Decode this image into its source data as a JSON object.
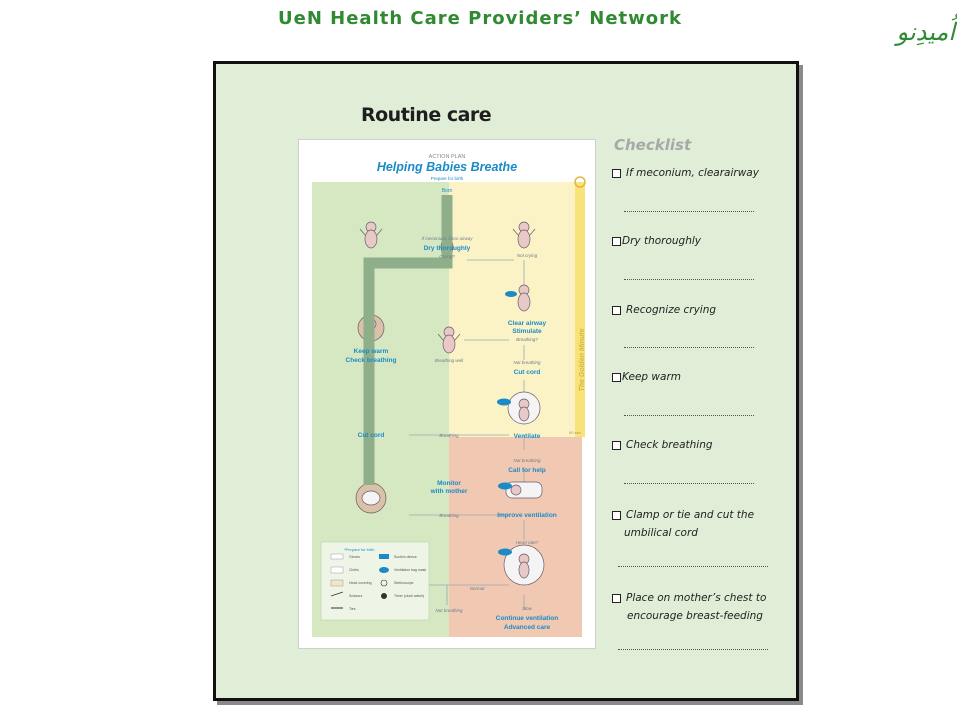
{
  "header": {
    "title": "UeN Health Care Providers’ Network",
    "logo_text": "اُمیدِنو"
  },
  "slide": {
    "heading": "Routine care"
  },
  "poster": {
    "kicker": "ACTION PLAN",
    "title": "Helping Babies Breathe",
    "prepare": "Prepare for birth",
    "born": "Born",
    "meconium_dry": "If meconium, clear airway",
    "dry": "Dry thoroughly",
    "crying": "Crying?",
    "not_crying": "Not crying",
    "keep_warm": "Keep warm",
    "check_breathing": "Check breathing",
    "breathing_well": "Breathing well",
    "clear_airway": "Clear airway",
    "stimulate": "Stimulate",
    "breathing_q": "Breathing?",
    "not_breathing": "Not breathing",
    "cut_cord_right": "Cut cord",
    "cut_cord_left": "Cut cord",
    "breathing": "Breathing",
    "ventilate": "Ventilate",
    "call_for_help": "Call for help",
    "monitor": "Monitor",
    "with_mother": "with mother",
    "improve_ventilation": "Improve ventilation",
    "heart_rate": "Heart rate?",
    "normal": "Normal",
    "slow": "Slow",
    "continue_ventilation": "Continue ventilation",
    "advanced_care": "Advanced care",
    "golden_minute": "The Golden Minute",
    "sixty_sec": "60 sec",
    "supplies_title": "*Prepare for birth",
    "supplies": [
      "Gloves",
      "Suction device",
      "Cloths",
      "Ventilation bag mask",
      "Head covering",
      "Stethoscope",
      "Scissors",
      "Timer (clock watch)",
      "Ties",
      ""
    ]
  },
  "checklist": {
    "title": "Checklist",
    "items": [
      "If meconium, clearairway",
      "Dry thoroughly",
      "Recognize crying",
      "Keep warm",
      "Check breathing",
      "Clamp or tie and cut the",
      "umbilical cord",
      "Place on mother’s chest to",
      "encourage breast-feeding"
    ]
  },
  "colors": {
    "header_green": "#2f8a32",
    "slide_bg": "#e0eed7",
    "poster_green": "#d6e8c2",
    "poster_yellow": "#fbf3c6",
    "poster_salmon": "#f1c8b2",
    "path_overlay": "#8fae8a",
    "hbb_blue": "#1b8bc8"
  }
}
